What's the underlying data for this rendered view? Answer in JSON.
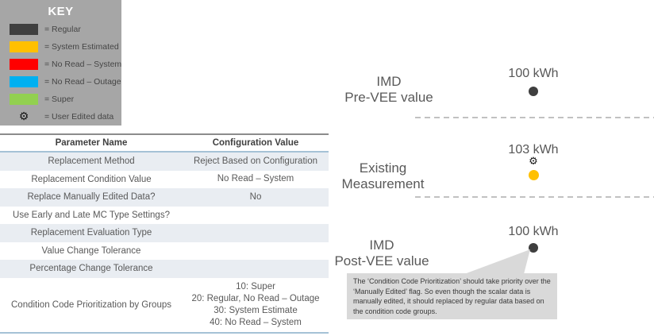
{
  "key": {
    "title": "KEY",
    "items": [
      {
        "label": "= Regular",
        "color": "#3F3F3F"
      },
      {
        "label": "= System Estimated",
        "color": "#FFC000"
      },
      {
        "label": "= No Read – System",
        "color": "#FF0000"
      },
      {
        "label": "= No Read – Outage",
        "color": "#00B0F0"
      },
      {
        "label": "= Super",
        "color": "#92D050"
      },
      {
        "label": "= User Edited data",
        "glyph": "⚙"
      }
    ]
  },
  "table": {
    "headers": [
      "Parameter Name",
      "Configuration Value"
    ],
    "rows": [
      {
        "name": "Replacement Method",
        "value": "Reject Based on Configuration"
      },
      {
        "name": "Replacement Condition Value",
        "value": "No Read – System"
      },
      {
        "name": "Replace Manually Edited Data?",
        "value": "No"
      },
      {
        "name": "Use Early and Late MC Type Settings?",
        "value": ""
      },
      {
        "name": "Replacement Evaluation Type",
        "value": ""
      },
      {
        "name": "Value Change Tolerance",
        "value": ""
      },
      {
        "name": "Percentage Change Tolerance",
        "value": ""
      },
      {
        "name": "Condition Code Prioritization by Groups",
        "value": "10: Super\n20: Regular, No Read – Outage\n30: System Estimate\n40: No Read – System"
      }
    ]
  },
  "diagram": {
    "sections": [
      {
        "label": "IMD\nPre-VEE value",
        "value": "100 kWh",
        "dot_color": "#3F3F3F"
      },
      {
        "label": "Existing\nMeasurement",
        "value": "103 kWh",
        "dot_color": "#FFC000",
        "user_edited_glyph": "⚙"
      },
      {
        "label": "IMD\nPost-VEE value",
        "value": "100 kWh",
        "dot_color": "#3F3F3F"
      }
    ],
    "callout_text": "The ‘Condition Code Prioritization’ should take priority over the ‘Manually Edited’ flag.  So even though the scalar data is manually edited, it should replaced by regular data based on the condition code groups."
  }
}
